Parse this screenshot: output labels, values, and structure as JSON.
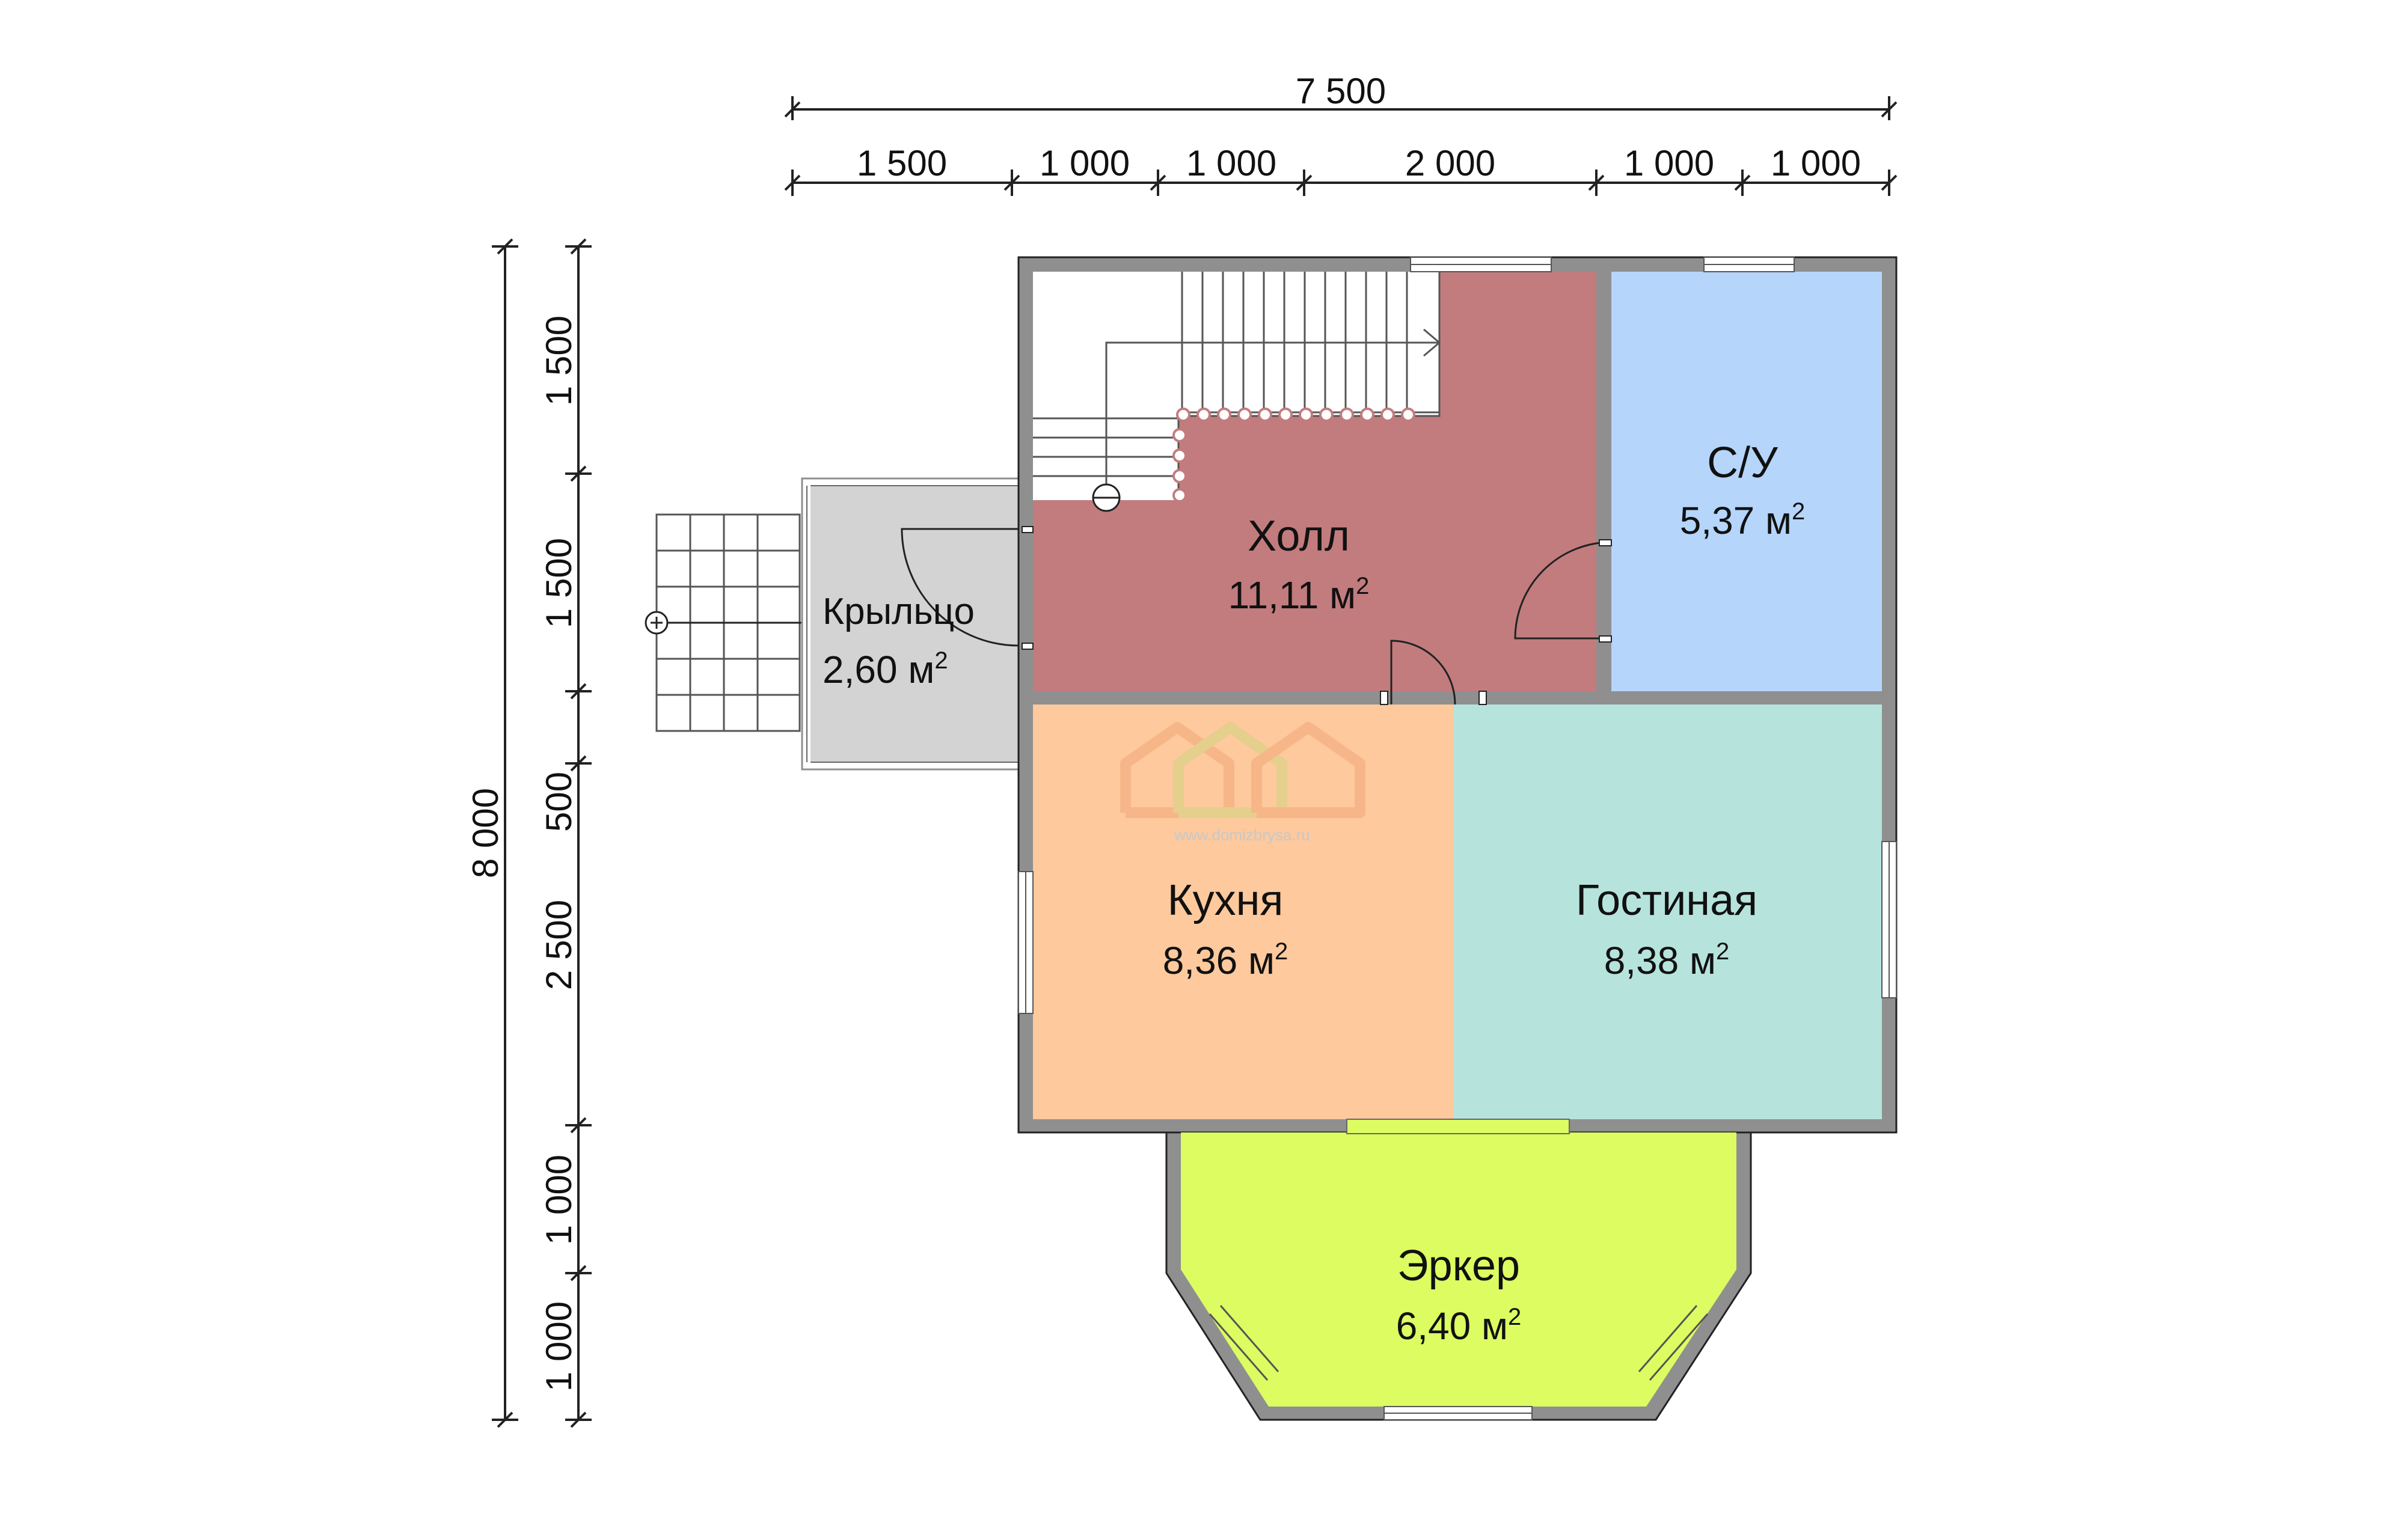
{
  "dimensions": {
    "top_total": "7 500",
    "top_segments": [
      "1 500",
      "1 000",
      "1 000",
      "2 000",
      "1 000",
      "1 000"
    ],
    "left_total": "8 000",
    "left_segments": [
      "1 500",
      "1 500",
      "500",
      "2 500",
      "1 000",
      "1 000"
    ]
  },
  "rooms": {
    "hall": {
      "name": "Холл",
      "area": "11,11 м",
      "color": "#c27c7e"
    },
    "bath": {
      "name": "С/У",
      "area": "5,37 м",
      "color": "#b5d5fb"
    },
    "porch": {
      "name": "Крыльцо",
      "area": "2,60 м",
      "color": "#d3d3d3"
    },
    "kitchen": {
      "name": "Кухня",
      "area": "8,36 м",
      "color": "#fdc99d"
    },
    "living": {
      "name": "Гостиная",
      "area": "8,38 м",
      "color": "#b6e4dd"
    },
    "bay": {
      "name": "Эркер",
      "area": "6,40 м",
      "color": "#dcfc62"
    }
  },
  "area_unit_sup": "2",
  "colors": {
    "wall": "#8f8f8f",
    "line": "#222222"
  },
  "watermark": {
    "text": "www.domizbrysa.ru"
  }
}
